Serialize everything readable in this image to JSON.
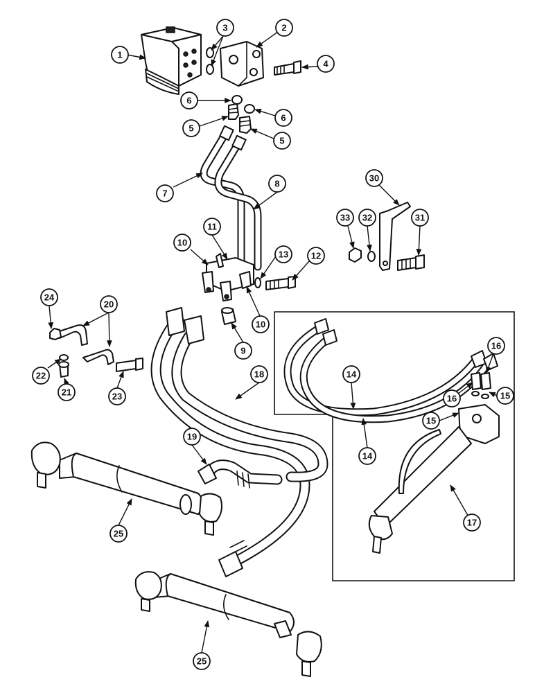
{
  "callouts": {
    "c1": "1",
    "c2": "2",
    "c3": "3",
    "c4": "4",
    "c5a": "5",
    "c5b": "5",
    "c6a": "6",
    "c6b": "6",
    "c7": "7",
    "c8": "8",
    "c9": "9",
    "c10a": "10",
    "c10b": "10",
    "c11": "11",
    "c12": "12",
    "c13": "13",
    "c14a": "14",
    "c14b": "14",
    "c15a": "15",
    "c15b": "15",
    "c16a": "16",
    "c16b": "16",
    "c17": "17",
    "c18": "18",
    "c19": "19",
    "c20": "20",
    "c21": "21",
    "c22": "22",
    "c23": "23",
    "c24": "24",
    "c25a": "25",
    "c25b": "25",
    "c30": "30",
    "c31": "31",
    "c32": "32",
    "c33": "33"
  }
}
